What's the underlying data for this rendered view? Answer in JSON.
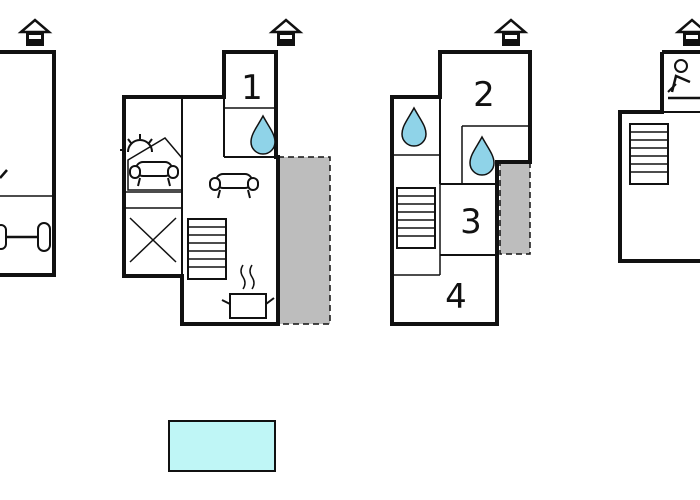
{
  "floorplan": {
    "room_numbers": [
      "1",
      "2",
      "3",
      "4"
    ],
    "colors": {
      "wall": "#111111",
      "terrace": "#bdbdbd",
      "water_drop": "#8fd3e8",
      "pool": "#bff6f6",
      "background": "#ffffff"
    },
    "icons": [
      "house-marker-icon",
      "dumbbell-icon",
      "sofa-icon",
      "sun-icon",
      "staircase-icon",
      "cross-void-icon",
      "cooking-pot-icon",
      "water-drop-icon",
      "sauna-person-icon"
    ]
  }
}
